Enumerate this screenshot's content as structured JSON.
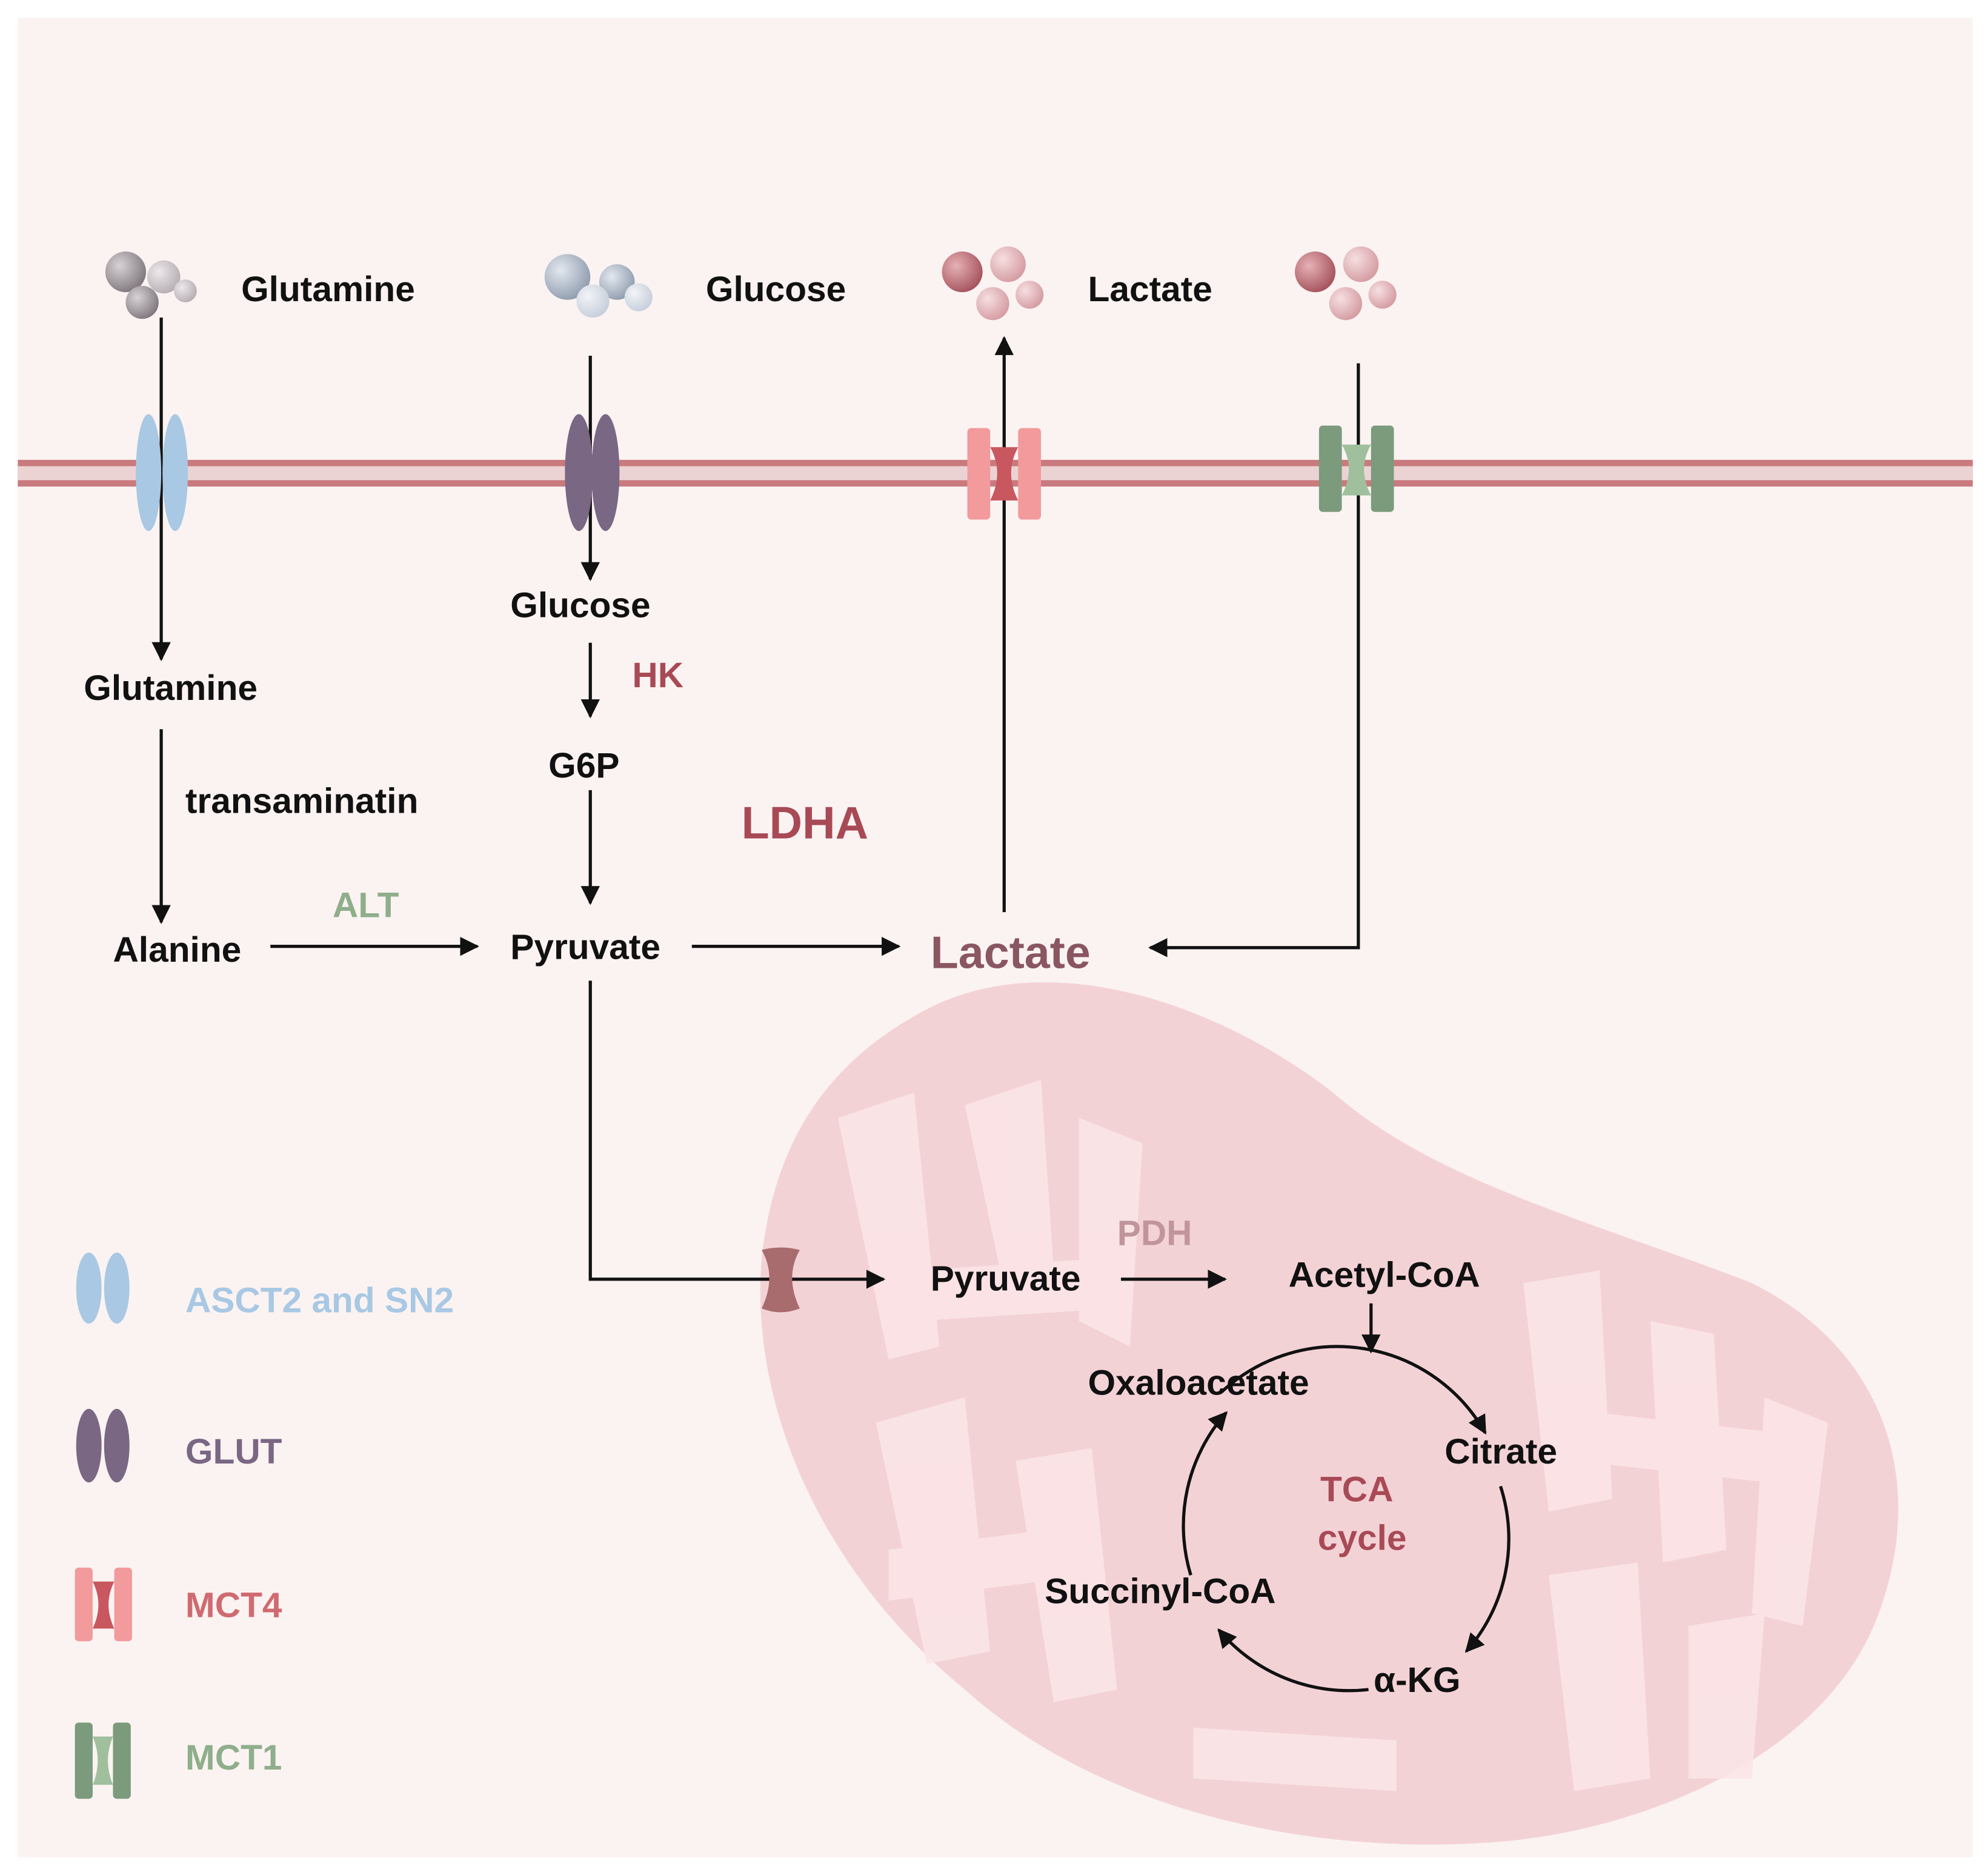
{
  "labels": {
    "ext_glutamine": "Glutamine",
    "ext_glucose": "Glucose",
    "ext_lactate": "Lactate",
    "int_glutamine": "Glutamine",
    "int_glucose": "Glucose",
    "hk": "HK",
    "g6p": "G6P",
    "transaminatin": "transaminatin",
    "ldha": "LDHA",
    "alt": "ALT",
    "alanine": "Alanine",
    "pyruvate": "Pyruvate",
    "lactate": "Lactate",
    "pdh": "PDH",
    "mito_pyruvate": "Pyruvate",
    "acetyl_coa": "Acetyl-CoA",
    "oxaloacetate": "Oxaloacetate",
    "citrate": "Citrate",
    "tca_line1": "TCA",
    "tca_line2": "cycle",
    "succinyl_coa": "Succinyl-CoA",
    "akg": "α-KG"
  },
  "legend": [
    {
      "label": "ASCT2 and SN2",
      "color": "#a8c8e4",
      "icon": "oval-pair-icon"
    },
    {
      "label": "GLUT",
      "color": "#7a6784",
      "icon": "oval-pair-icon"
    },
    {
      "label": "MCT4",
      "color": "#e6787e",
      "icon": "channel-icon"
    },
    {
      "label": "MCT1",
      "color": "#7c9a7c",
      "icon": "channel-icon"
    }
  ],
  "colors": {
    "background": "#fbf3f2",
    "membrane": "#c97a7e",
    "mitochondrion": "#f3d2d6",
    "cristae": "#fbe4e7",
    "enzyme_red": "#a84a55",
    "enzyme_green": "#8fae8b",
    "pdh": "#c0959b",
    "lactate_center": "#8a5660"
  }
}
